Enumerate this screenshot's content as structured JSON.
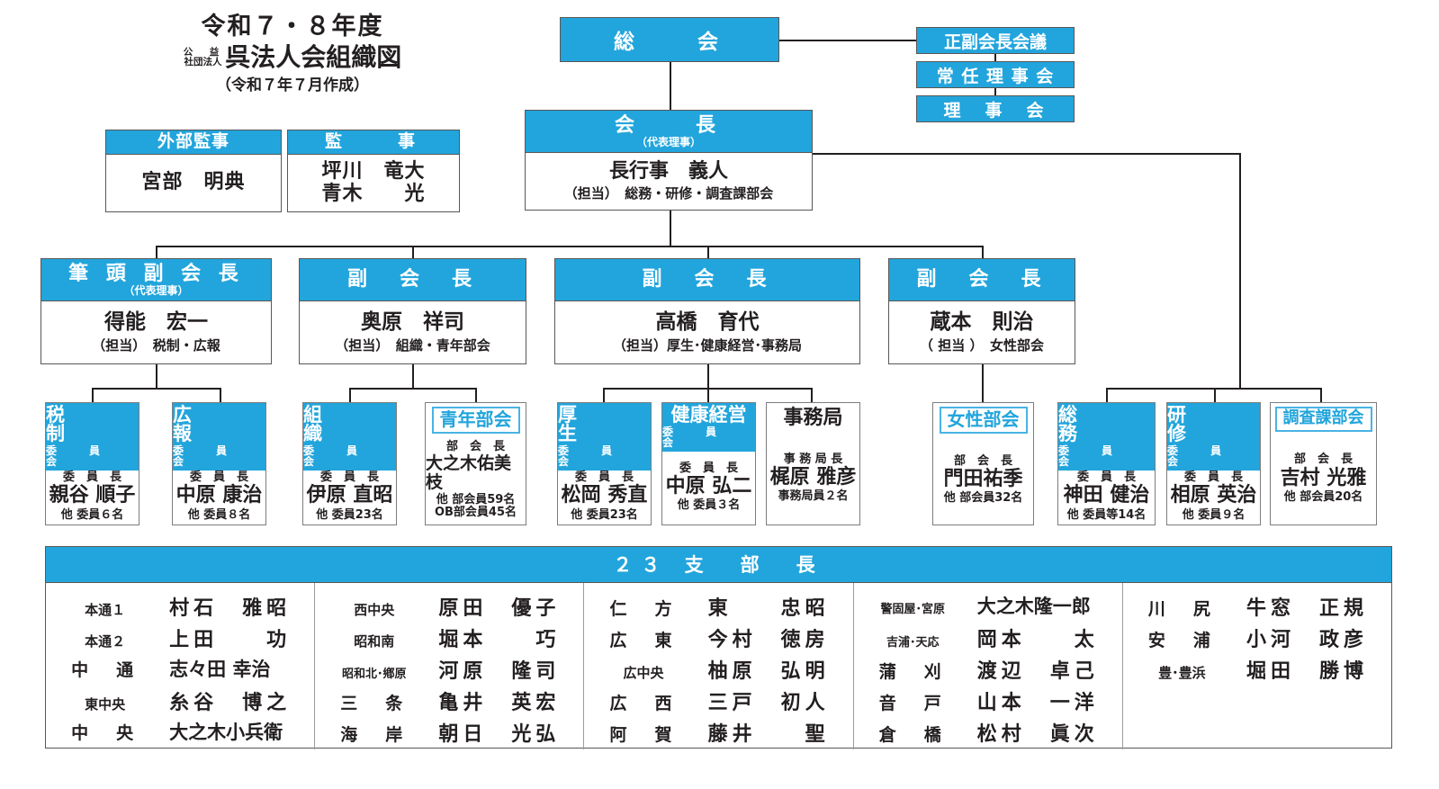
{
  "title": {
    "line1": "令和７・８年度",
    "kouei_1": "公　益",
    "kouei_2": "社団法人",
    "main": "呉法人会組織図",
    "line3": "（令和７年７月作成）"
  },
  "colors": {
    "blue": "#22a5dc",
    "outline_blue": "#49b3e3",
    "border": "#595757",
    "text": "#231f20"
  },
  "boxes": {
    "soukai": {
      "label": "総　　会"
    },
    "seifuku_kaicho_kaigi": {
      "label": "正副会長会議"
    },
    "jounin_rijikai": {
      "label": "常 任 理 事 会"
    },
    "rijikai": {
      "label": "理　事　会"
    },
    "gaibu_kanji": {
      "header": "外部監事",
      "name": "宮部　明典"
    },
    "kanji": {
      "header": "監　　事",
      "name1": "坪川　竜大",
      "name2": "青木　　光"
    },
    "kaicho": {
      "header": "会　　長",
      "header_sub": "（代表理事）",
      "name": "長行事　義人",
      "duty": "（担当）　総務・研修・調査課部会"
    }
  },
  "vice_presidents": [
    {
      "header": "筆 頭 副 会 長",
      "header_sub": "（代表理事）",
      "name": "得能　宏一",
      "duty": "（担当）　税制・広報"
    },
    {
      "header": "副　会　長",
      "header_sub": "",
      "name": "奥原　祥司",
      "duty": "（担当）　組織・青年部会"
    },
    {
      "header": "副　会　長",
      "header_sub": "",
      "name": "高橋　育代",
      "duty": "（担当）厚生･健康経営･事務局"
    },
    {
      "header": "副　会　長",
      "header_sub": "",
      "name": "蔵本　則治",
      "duty": "（ 担当 ）　女性部会"
    }
  ],
  "committees": [
    {
      "title": "税　　制",
      "sub": "委　員　会",
      "style": "blue",
      "role": "委　員　長",
      "person": "親谷 順子",
      "count1": "他 委員６名",
      "count2": ""
    },
    {
      "title": "広　　報",
      "sub": "委　員　会",
      "style": "blue",
      "role": "委　員　長",
      "person": "中原 康治",
      "count1": "他 委員８名",
      "count2": ""
    },
    {
      "title": "組　　織",
      "sub": "委　員　会",
      "style": "blue",
      "role": "委　員　長",
      "person": "伊原 直昭",
      "count1": "他 委員23名",
      "count2": ""
    },
    {
      "title": "青年部会",
      "sub": "",
      "style": "outline",
      "role": "部　会　長",
      "person": "大之木佑美枝",
      "count1": "他 部会員59名",
      "count2": "OB部会員45名"
    },
    {
      "title": "厚　　生",
      "sub": "委　員　会",
      "style": "blue",
      "role": "委　員　長",
      "person": "松岡 秀直",
      "count1": "他 委員23名",
      "count2": ""
    },
    {
      "title": "健康経営",
      "sub": "委　員　会",
      "style": "blue",
      "role": "委　員　長",
      "person": "中原 弘二",
      "count1": "他 委員３名",
      "count2": ""
    },
    {
      "title": "事務局",
      "sub": "",
      "style": "plain",
      "role": "事 務 局 長",
      "person": "梶原 雅彦",
      "count1": "事務局員２名",
      "count2": ""
    },
    {
      "title": "女性部会",
      "sub": "",
      "style": "outline",
      "role": "部　会　長",
      "person": "門田祐季",
      "count1": "他 部会員32名",
      "count2": ""
    },
    {
      "title": "総　　務",
      "sub": "委　員　会",
      "style": "blue",
      "role": "委　員　長",
      "person": "神田 健治",
      "count1": "他 委員等14名",
      "count2": ""
    },
    {
      "title": "研　　修",
      "sub": "委　員　会",
      "style": "blue",
      "role": "委　員　長",
      "person": "相原 英治",
      "count1": "他 委員９名",
      "count2": ""
    },
    {
      "title": "調査課部会",
      "sub": "",
      "style": "outline",
      "role": "部　会　長",
      "person": "吉村 光雅",
      "count1": "他 部会員20名",
      "count2": ""
    }
  ],
  "branch_table": {
    "header": "２３ 支　部　長",
    "columns": [
      [
        {
          "area": "本通１",
          "area_size": "sm2",
          "name": "村石　雅昭",
          "name_style": ""
        },
        {
          "area": "本通２",
          "area_size": "sm2",
          "name": "上田　　功",
          "name_style": ""
        },
        {
          "area": "中　通",
          "area_size": "",
          "name": "志々田 幸治",
          "name_style": "tight"
        },
        {
          "area": "東中央",
          "area_size": "sm2",
          "name": "糸谷　博之",
          "name_style": ""
        },
        {
          "area": "中　央",
          "area_size": "",
          "name": "大之木小兵衛",
          "name_style": "tight"
        }
      ],
      [
        {
          "area": "西中央",
          "area_size": "sm2",
          "name": "原田　優子",
          "name_style": ""
        },
        {
          "area": "昭和南",
          "area_size": "sm2",
          "name": "堀本　　巧",
          "name_style": ""
        },
        {
          "area": "昭和北･鄕原",
          "area_size": "sm",
          "name": "河原　隆司",
          "name_style": ""
        },
        {
          "area": "三　条",
          "area_size": "",
          "name": "亀井　英宏",
          "name_style": ""
        },
        {
          "area": "海　岸",
          "area_size": "",
          "name": "朝日　光弘",
          "name_style": ""
        }
      ],
      [
        {
          "area": "仁　方",
          "area_size": "",
          "name": "東　　忠昭",
          "name_style": ""
        },
        {
          "area": "広　東",
          "area_size": "",
          "name": "今村　徳房",
          "name_style": ""
        },
        {
          "area": "広中央",
          "area_size": "sm2",
          "name": "柚原　弘明",
          "name_style": ""
        },
        {
          "area": "広　西",
          "area_size": "",
          "name": "三戸　初人",
          "name_style": ""
        },
        {
          "area": "阿　賀",
          "area_size": "",
          "name": "藤井　　聖",
          "name_style": ""
        }
      ],
      [
        {
          "area": "警固屋･宮原",
          "area_size": "sm",
          "name": "大之木隆一郎",
          "name_style": "tight"
        },
        {
          "area": "吉浦･天応",
          "area_size": "sm",
          "name": "岡本　　太",
          "name_style": ""
        },
        {
          "area": "蒲　刈",
          "area_size": "",
          "name": "渡辺　卓己",
          "name_style": ""
        },
        {
          "area": "音　戸",
          "area_size": "",
          "name": "山本　一洋",
          "name_style": ""
        },
        {
          "area": "倉　橋",
          "area_size": "",
          "name": "松村　眞次",
          "name_style": ""
        }
      ],
      [
        {
          "area": "川　尻",
          "area_size": "",
          "name": "牛窓　正規",
          "name_style": ""
        },
        {
          "area": "安　浦",
          "area_size": "",
          "name": "小河　政彦",
          "name_style": ""
        },
        {
          "area": "豊･豊浜",
          "area_size": "sm2",
          "name": "堀田　勝博",
          "name_style": ""
        }
      ]
    ]
  }
}
